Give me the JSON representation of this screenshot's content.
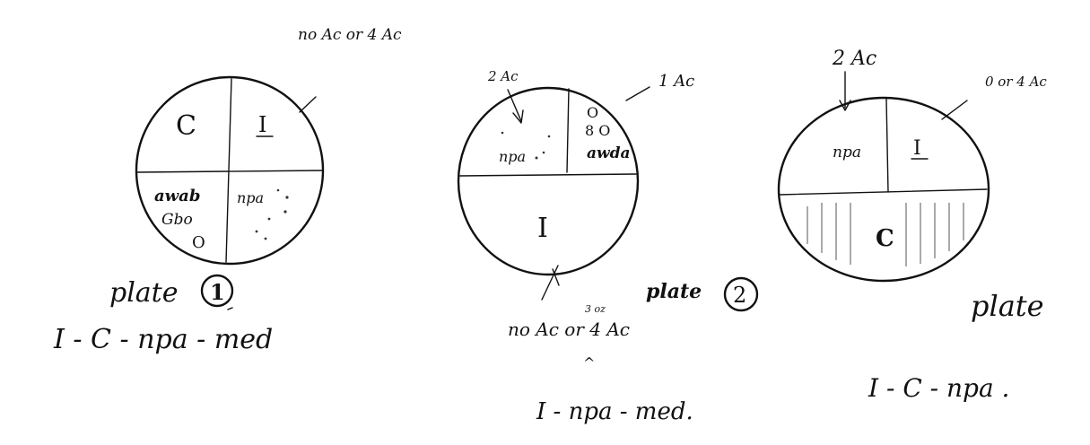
{
  "plate1": {
    "top_label": "no Ac or 4 Ac",
    "quadrant_top_left": "C",
    "quadrant_top_right": "I",
    "quadrant_bottom_left_line1": "awab",
    "quadrant_bottom_left_line2": "Gbo",
    "quadrant_bottom_left_line3": "O",
    "quadrant_bottom_right": "npa",
    "plate_label": "plate",
    "plate_number": "1",
    "formula": "I - C - npa - med"
  },
  "plate2": {
    "label_left_arrow": "2 Ac",
    "label_right": "1 Ac",
    "quadrant_top_left": "npa",
    "quadrant_top_right_line1": "O",
    "quadrant_top_right_line2": "8 O",
    "quadrant_top_right_line3": "awda",
    "lower_half": "I",
    "bottom_small": "3 oz",
    "bottom_label": "no Ac or 4 Ac",
    "caret": "^",
    "plate_label": "plate",
    "plate_number": "2",
    "formula": "I - npa - med."
  },
  "plate3": {
    "label_top_arrow": "2 Ac",
    "label_right": "0 or 4 Ac",
    "quadrant_top_left": "npa",
    "quadrant_top_right": "I",
    "lower_half": "C",
    "plate_label": "plate",
    "formula": "I - C - npa ."
  }
}
